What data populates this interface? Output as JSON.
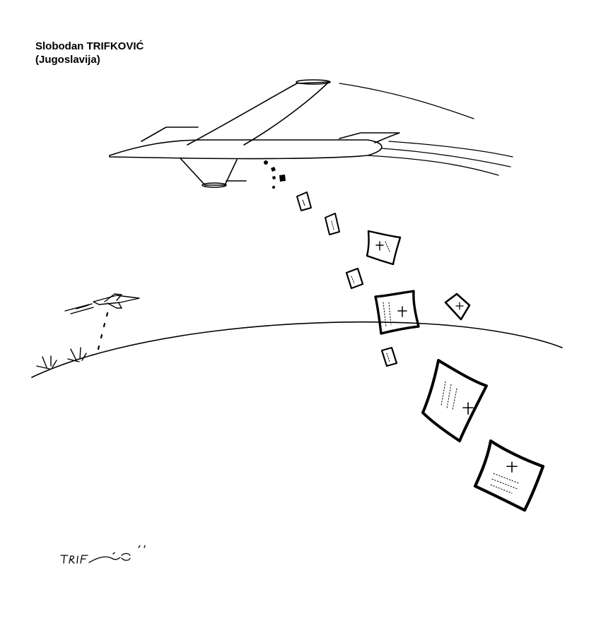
{
  "caption": {
    "author": "Slobodan TRIFKOVIĆ",
    "country": "(Jugoslavija)"
  },
  "signature": "TRIFKOVIĆ",
  "colors": {
    "ink": "#000000",
    "paper": "#ffffff"
  }
}
